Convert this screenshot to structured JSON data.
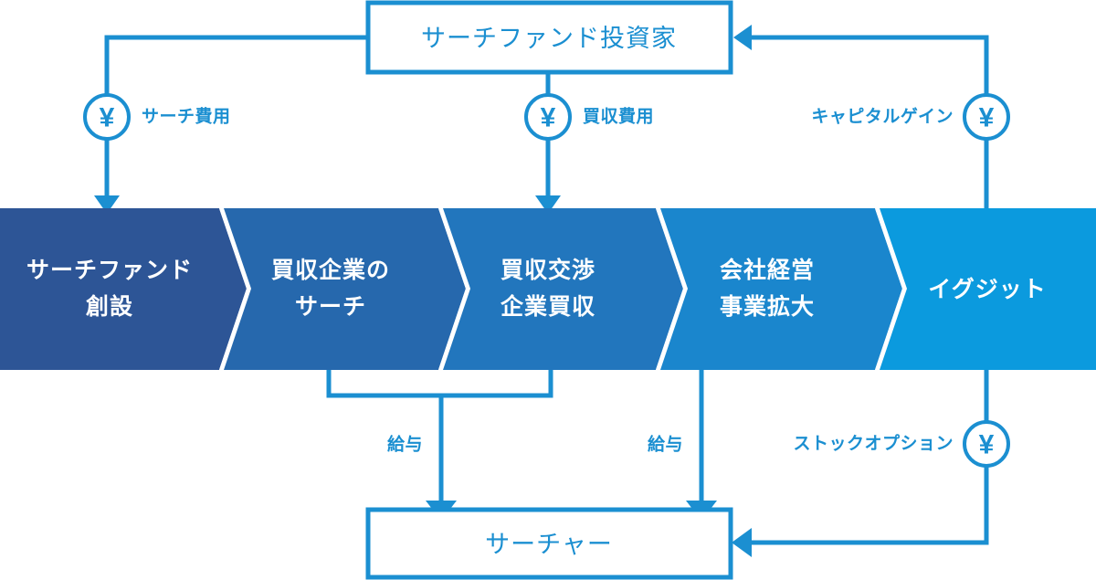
{
  "diagram": {
    "title_box": {
      "label": "サーチファンド投資家",
      "name": "investor-box"
    },
    "bottom_box": {
      "label": "サーチャー",
      "name": "searcher-box"
    },
    "process_steps": [
      {
        "label_line1": "サーチファンド",
        "label_line2": "創設",
        "color": "#2d5596"
      },
      {
        "label_line1": "買収企業の",
        "label_line2": "サーチ",
        "color": "#2668ad"
      },
      {
        "label_line1": "買収交渉",
        "label_line2": "企業買収",
        "color": "#2276bd"
      },
      {
        "label_line1": "会社経営",
        "label_line2": "事業拡大",
        "color": "#1a86cd"
      },
      {
        "label_line1": "イグジット",
        "label_line2": "",
        "color": "#0b9ade"
      }
    ],
    "money_flows": [
      {
        "label": "サーチ費用",
        "icon": "yen-coin-icon",
        "glyph": "¥"
      },
      {
        "label": "買収費用",
        "icon": "yen-coin-icon",
        "glyph": "¥"
      },
      {
        "label": "キャピタルゲイン",
        "icon": "yen-coin-icon",
        "glyph": "¥"
      },
      {
        "label": "ストックオプション",
        "icon": "yen-coin-icon",
        "glyph": "¥"
      }
    ],
    "salary_flows": [
      {
        "label": "給与"
      },
      {
        "label": "給与"
      }
    ],
    "colors": {
      "accent": "#1b8fd1",
      "background": "#ffffff",
      "step_text": "#ffffff"
    }
  }
}
